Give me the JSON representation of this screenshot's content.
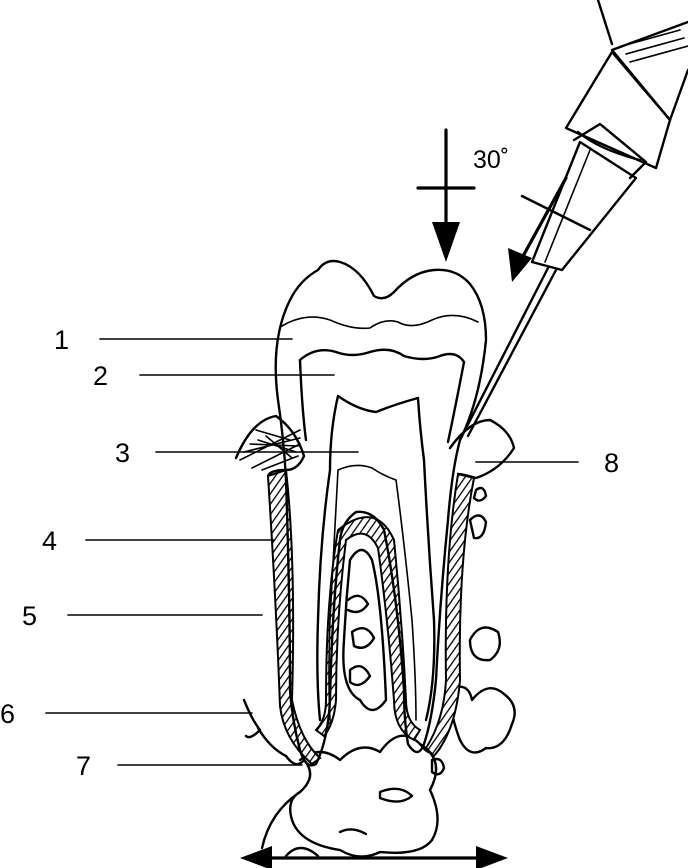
{
  "labels": {
    "l1": "1",
    "l2": "2",
    "l3": "3",
    "l4": "4",
    "l5": "5",
    "l6": "6",
    "l7": "7",
    "l8": "8"
  },
  "angle_label": "30˚",
  "colors": {
    "ink": "#000000",
    "background": "#ffffff"
  }
}
